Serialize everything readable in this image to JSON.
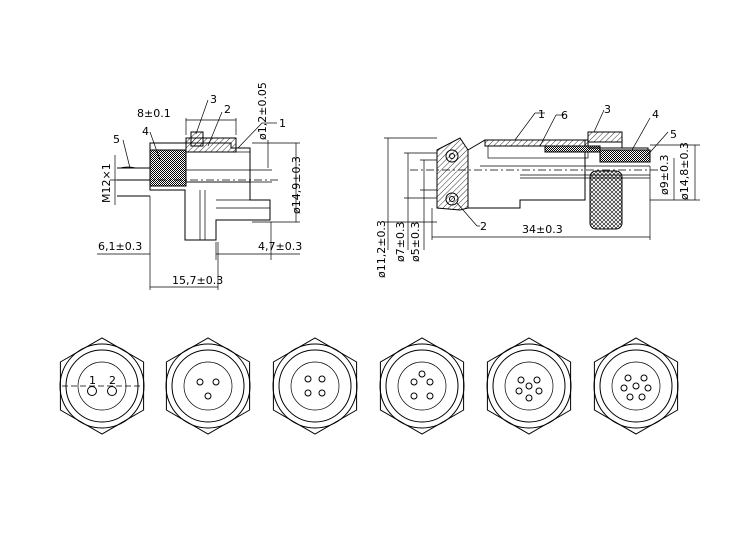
{
  "left_view": {
    "callouts": [
      "1",
      "2",
      "3",
      "4",
      "5"
    ],
    "dims": {
      "top_width": "8±0.1",
      "thread": "M12×1",
      "pin_dia": "ø1,2±0.05",
      "body_dia": "ø14,9±0.3",
      "left_len": "6,1±0.3",
      "right_len": "4,7±0.3",
      "total_len": "15,7±0.3"
    }
  },
  "right_view": {
    "callouts": [
      "1",
      "6",
      "3",
      "4",
      "5",
      "2"
    ],
    "dims": {
      "length": "34±0.3",
      "d1": "ø11,2±0.3",
      "d2": "ø7±0.3",
      "d3": "ø5±0.3",
      "d4": "ø9±0.3",
      "d5": "ø14,8±0.3"
    }
  },
  "front_views": [
    {
      "pins": 2,
      "labels": [
        "1",
        "2"
      ]
    },
    {
      "pins": 3
    },
    {
      "pins": 4
    },
    {
      "pins": 5
    },
    {
      "pins": 6
    },
    {
      "pins": 7
    }
  ]
}
